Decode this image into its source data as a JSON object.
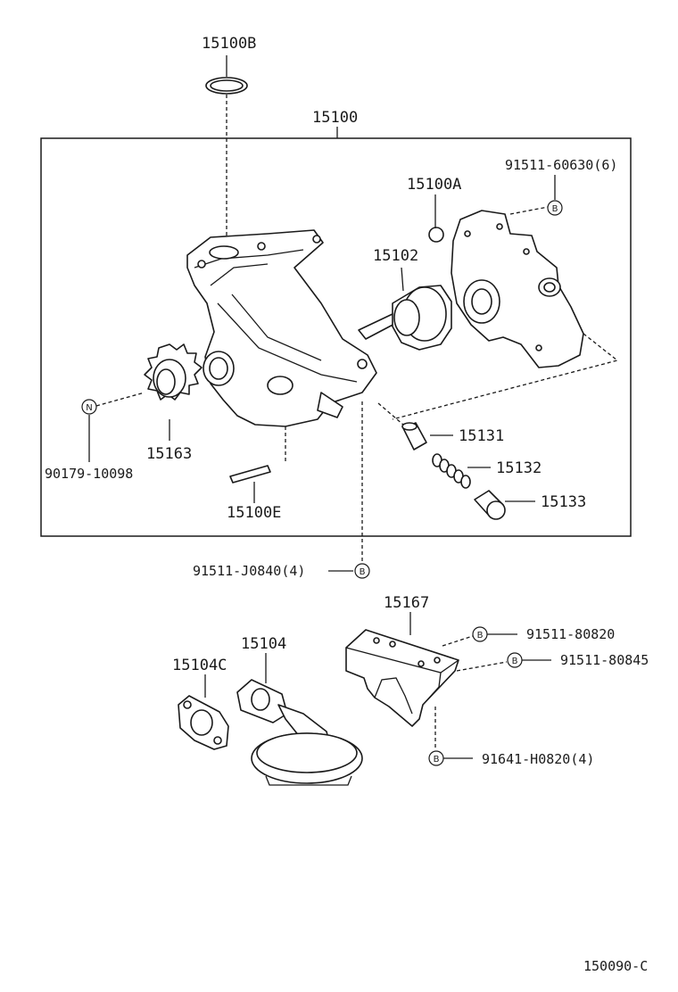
{
  "parts": {
    "p15100B": "15100B",
    "p15100": "15100",
    "p15100A": "15100A",
    "p15102": "15102",
    "p15131": "15131",
    "p15132": "15132",
    "p15133": "15133",
    "p15163": "15163",
    "p15100E": "15100E",
    "p15167": "15167",
    "p15104": "15104",
    "p15104C": "15104C"
  },
  "fasteners": {
    "f_60630": "91511-60630(6)",
    "f_10098": "90179-10098",
    "f_J0840": "91511-J0840(4)",
    "f_80820": "91511-80820",
    "f_80845": "91511-80845",
    "f_H0820": "91641-H0820(4)"
  },
  "symbols": {
    "bolt": "B",
    "nut": "N"
  },
  "diagram_code": "150090-C"
}
